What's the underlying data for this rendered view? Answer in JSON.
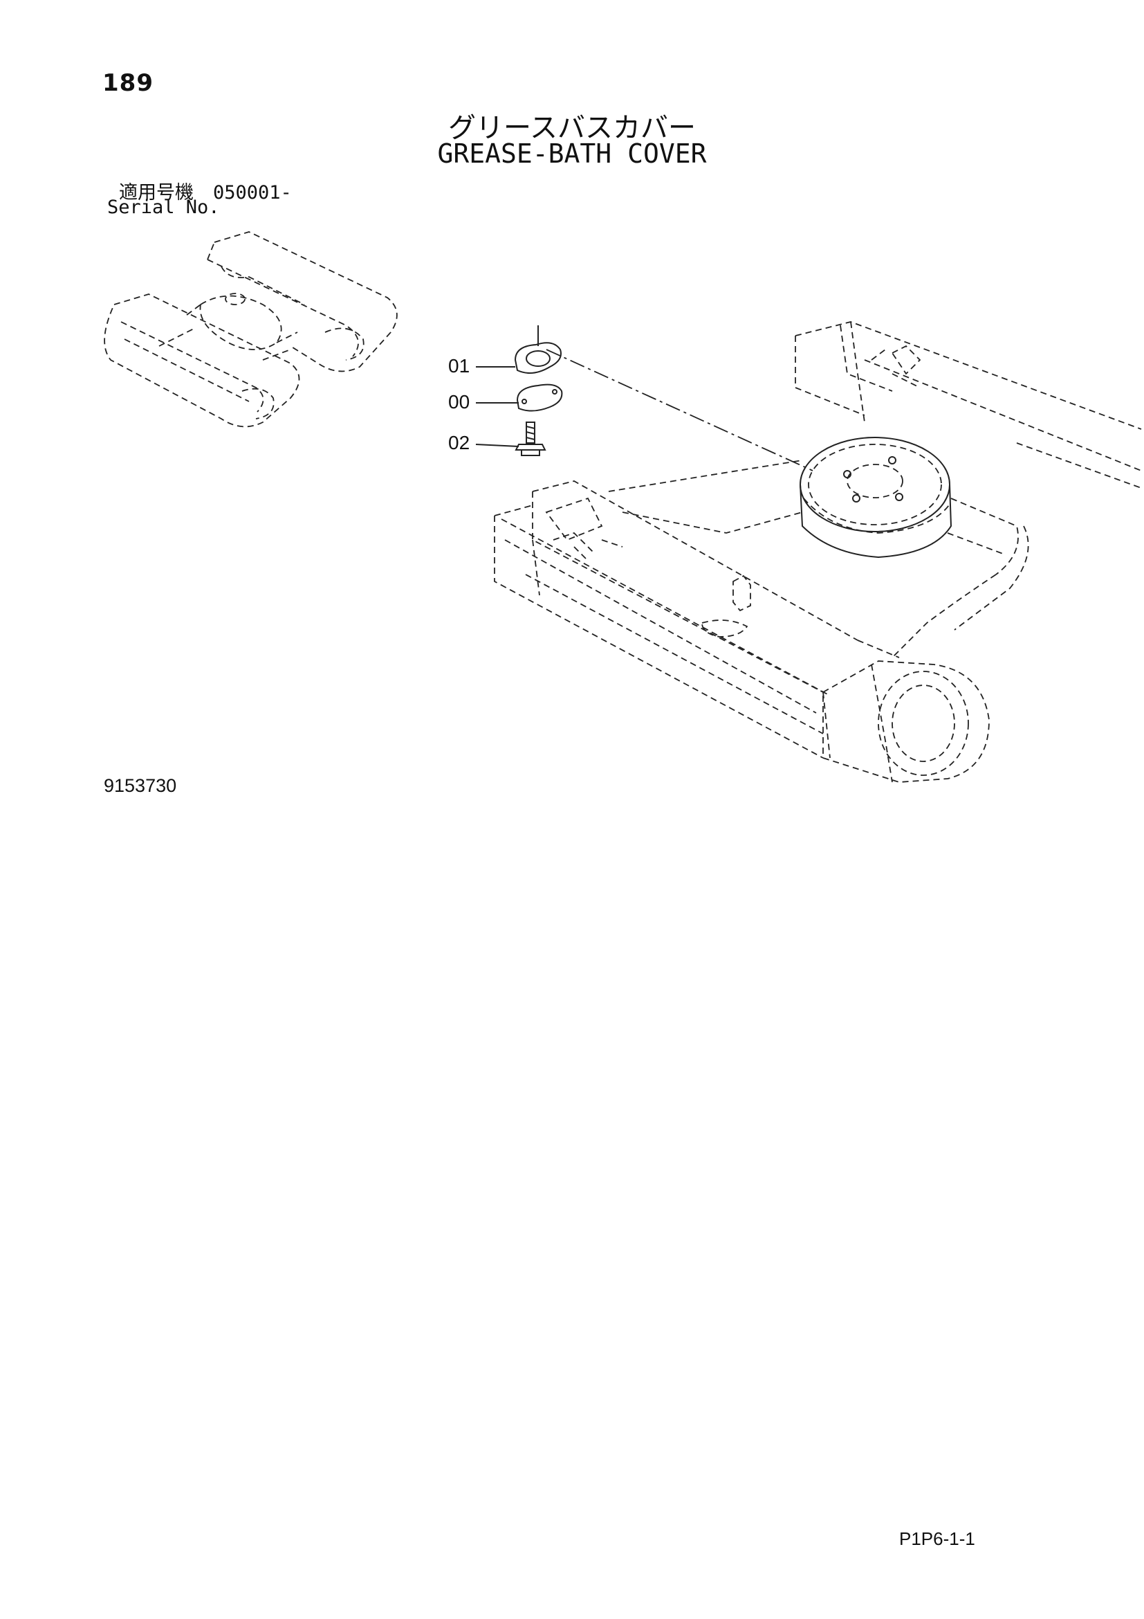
{
  "header": {
    "page_number": "189",
    "title_jp": "グリースバスカバー",
    "title_en": "GREASE-BATH COVER"
  },
  "serial": {
    "label_jp": "適用号機",
    "value": "050001-",
    "label_en": "Serial No."
  },
  "callouts": [
    {
      "id": "01"
    },
    {
      "id": "00"
    },
    {
      "id": "02"
    }
  ],
  "footer": {
    "drawing_number": "9153730",
    "page_code": "P1P6-1-1"
  }
}
